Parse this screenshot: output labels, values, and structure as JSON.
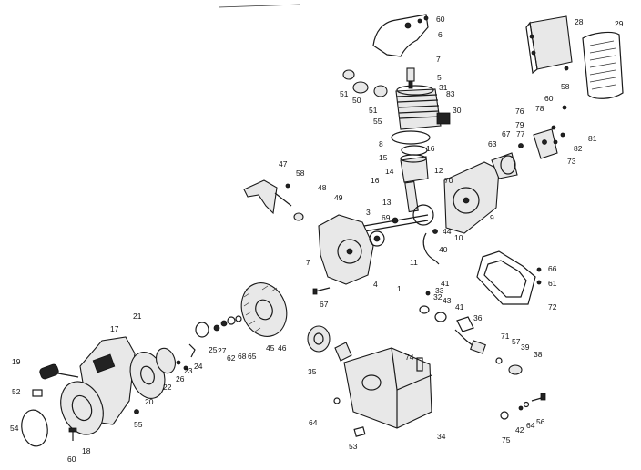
{
  "diagram": {
    "labels": {
      "p60a": "60",
      "p6": "6",
      "p7": "7",
      "p5": "5",
      "p31": "31",
      "p83": "83",
      "p28": "28",
      "p29": "29",
      "p58a": "58",
      "p51a": "51",
      "p50": "50",
      "p51b": "51",
      "p30": "30",
      "p55a": "55",
      "p76": "76",
      "p60b": "60",
      "p78": "78",
      "p79": "79",
      "p77": "77",
      "p67a": "67",
      "p81": "81",
      "p82": "82",
      "p73": "73",
      "p8": "8",
      "p16a": "16",
      "p15": "15",
      "p63": "63",
      "p12": "12",
      "p14": "14",
      "p70": "70",
      "p16b": "16",
      "p13": "13",
      "p47": "47",
      "p58b": "58",
      "p48": "48",
      "p49": "49",
      "p3": "3",
      "p69": "69",
      "p9": "9",
      "p44": "44",
      "p10": "10",
      "p40": "40",
      "p11": "11",
      "p7b": "7",
      "p4": "4",
      "p1": "1",
      "p67b": "67",
      "p41a": "41",
      "p33": "33",
      "p32": "32",
      "p43": "43",
      "p41b": "41",
      "p66": "66",
      "p61": "61",
      "p72": "72",
      "p17": "17",
      "p21": "21",
      "p36": "36",
      "p71": "71",
      "p57": "57",
      "p39": "39",
      "p38": "38",
      "p19": "19",
      "p25": "25",
      "p27": "27",
      "p62": "62",
      "p68": "68",
      "p65": "65",
      "p45": "45",
      "p46": "46",
      "p74": "74",
      "p22": "22",
      "p26": "26",
      "p23": "23",
      "p24": "24",
      "p20": "20",
      "p35": "35",
      "p52": "52",
      "p55b": "55",
      "p54": "54",
      "p18": "18",
      "p60c": "60",
      "p64a": "64",
      "p53": "53",
      "p34": "34",
      "p75": "75",
      "p42": "42",
      "p64b": "64",
      "p56": "56"
    }
  }
}
